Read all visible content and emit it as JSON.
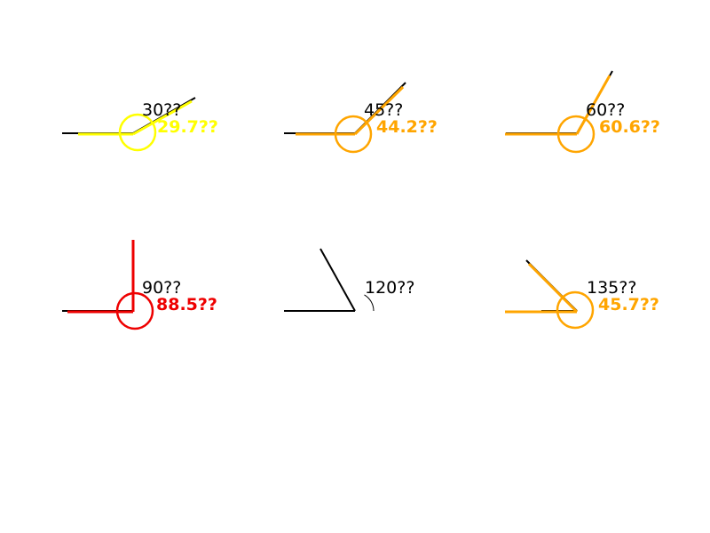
{
  "panels": [
    {
      "true_label": "30??",
      "detected_label": "29.7??",
      "true_angle_deg": 30,
      "detected_angle_deg": 29.7,
      "detection_color": "#ffff00",
      "arc_shown": false,
      "detection_circle_shown": true
    },
    {
      "true_label": "45??",
      "detected_label": "44.2??",
      "true_angle_deg": 45,
      "detected_angle_deg": 44.2,
      "detection_color": "#ffa500",
      "arc_shown": false,
      "detection_circle_shown": true
    },
    {
      "true_label": "60??",
      "detected_label": "60.6??",
      "true_angle_deg": 60,
      "detected_angle_deg": 60.6,
      "detection_color": "#ffa500",
      "arc_shown": false,
      "detection_circle_shown": true
    },
    {
      "true_label": "90??",
      "detected_label": "88.5??",
      "true_angle_deg": 90,
      "detected_angle_deg": 88.5,
      "detection_color": "#ee0000",
      "arc_shown": false,
      "detection_circle_shown": true
    },
    {
      "true_label": "120??",
      "detected_label": "",
      "true_angle_deg": 120,
      "detected_angle_deg": null,
      "detection_color": "#000000",
      "arc_shown": true,
      "detection_circle_shown": false
    },
    {
      "true_label": "135??",
      "detected_label": "45.7??",
      "true_angle_deg": 135,
      "detected_angle_deg": 45.7,
      "detection_color": "#ffa500",
      "arc_shown": false,
      "detection_circle_shown": true
    }
  ]
}
